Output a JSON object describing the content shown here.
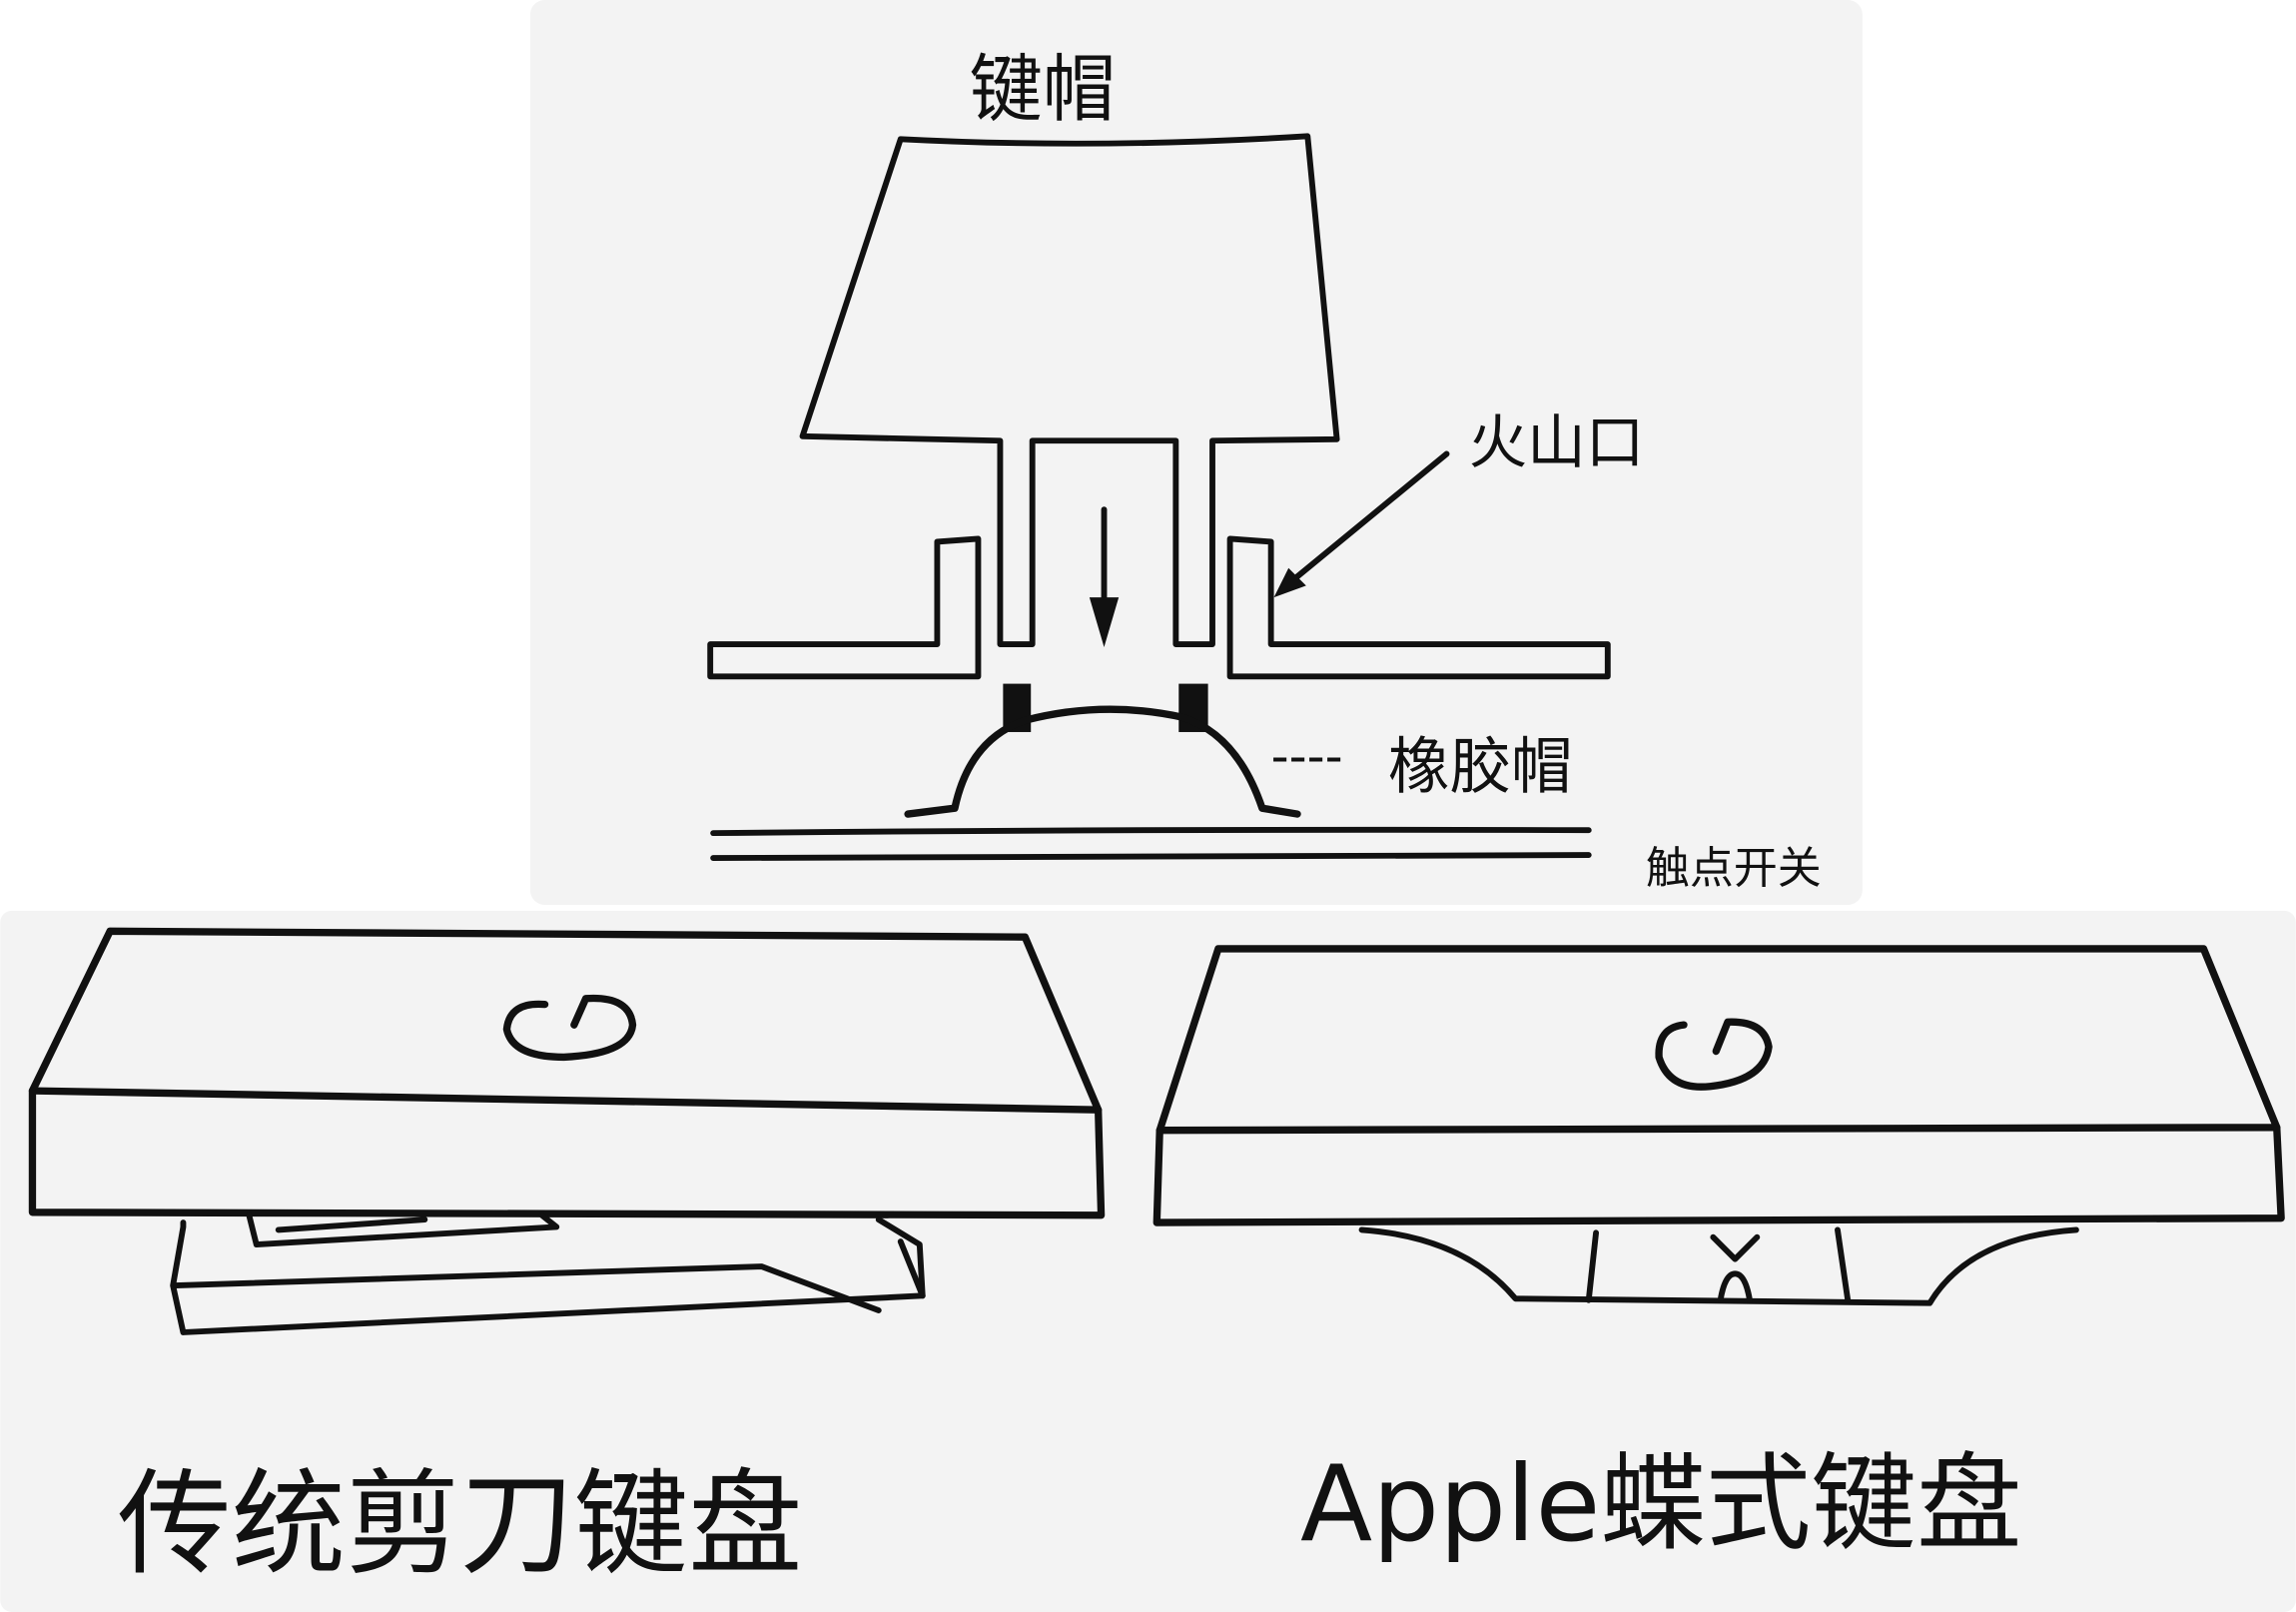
{
  "top_diagram": {
    "keycap_label": "键帽",
    "crater_label": "火山口",
    "rubber_dome_label": "橡胶帽",
    "rubber_dome_leader": "----",
    "contact_switch_label": "触点开关"
  },
  "bottom_left": {
    "caption": "传统剪刀键盘"
  },
  "bottom_right": {
    "caption": "Apple蝶式键盘"
  },
  "colors": {
    "ink": "#111111",
    "panel": "#f3f3f3",
    "background": "#ffffff"
  }
}
